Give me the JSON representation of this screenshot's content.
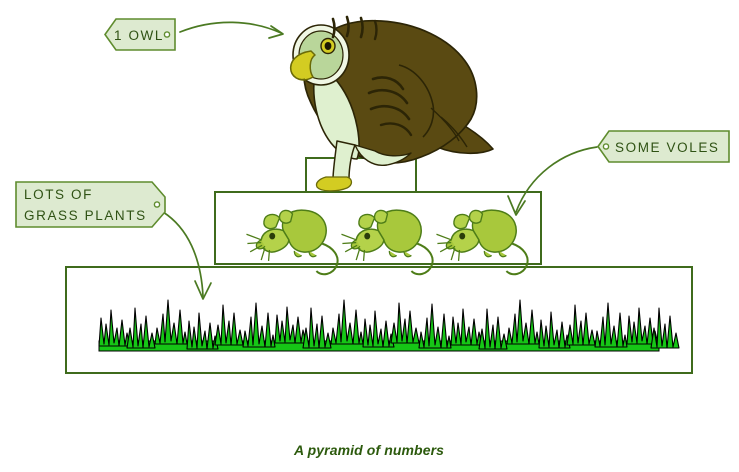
{
  "figure": {
    "caption": "A pyramid of numbers",
    "title": "A pyramid of numbers"
  },
  "colors": {
    "tag_fill": "#ddead0",
    "tag_border": "#5f8c2e",
    "tag_text": "#2f5214",
    "box_border": "#3f6b1c",
    "arrow": "#4b7a22",
    "caption_text": "#2c5a0d",
    "grass_fill": "#16c616",
    "grass_outline": "#000000",
    "vole_fill": "#a8c83c",
    "vole_outline": "#4e7d18",
    "owl_body": "#5a4a12",
    "owl_belly": "#dff0cf",
    "owl_beak": "#d3cc22"
  },
  "labels": [
    {
      "id": "owl-label",
      "lines": [
        "1  OWL"
      ],
      "eyelet_side": "right",
      "notch_side": "left",
      "points_to": "owl"
    },
    {
      "id": "voles-label",
      "lines": [
        "SOME   VOLES"
      ],
      "eyelet_side": "left",
      "notch_side": "left",
      "points_to": "voles"
    },
    {
      "id": "grass-label",
      "lines": [
        "LOTS  OF",
        "GRASS  PLANTS"
      ],
      "eyelet_side": "right",
      "notch_side": "right",
      "points_to": "grass"
    }
  ],
  "pyramid": {
    "tiers": [
      {
        "id": "tier-owl",
        "level": 1,
        "organism": "owl",
        "count": 1,
        "count_text": "1 OWL"
      },
      {
        "id": "tier-voles",
        "level": 2,
        "organism": "voles",
        "count": 3,
        "count_text": "SOME VOLES"
      },
      {
        "id": "tier-grass",
        "level": 3,
        "organism": "grass plants",
        "count": "lots",
        "count_text": "LOTS OF GRASS PLANTS"
      }
    ]
  },
  "chart_data": {
    "type": "bar",
    "title": "A pyramid of numbers",
    "categories": [
      "Owl",
      "Voles",
      "Grass plants"
    ],
    "values": [
      1,
      3,
      100
    ],
    "value_labels": [
      "1 OWL",
      "SOME VOLES",
      "LOTS OF GRASS PLANTS"
    ],
    "xlabel": "",
    "ylabel": "",
    "orientation": "pyramid",
    "grid": false,
    "legend": "none"
  }
}
